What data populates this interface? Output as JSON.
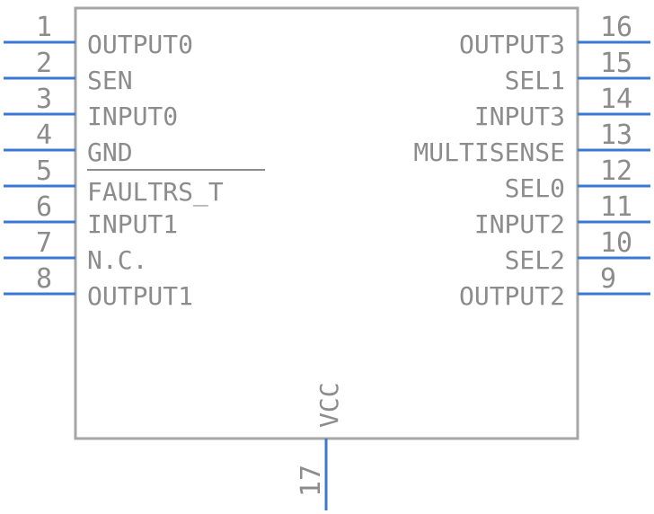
{
  "component": {
    "left_pins": [
      {
        "number": "1",
        "label": "OUTPUT0"
      },
      {
        "number": "2",
        "label": "SEN"
      },
      {
        "number": "3",
        "label": "INPUT0"
      },
      {
        "number": "4",
        "label": "GND"
      },
      {
        "number": "5",
        "label": "FAULTRS_T"
      },
      {
        "number": "6",
        "label": "INPUT1"
      },
      {
        "number": "7",
        "label": "N.C."
      },
      {
        "number": "8",
        "label": "OUTPUT1"
      }
    ],
    "right_pins": [
      {
        "number": "16",
        "label": "OUTPUT3"
      },
      {
        "number": "15",
        "label": "SEL1"
      },
      {
        "number": "14",
        "label": "INPUT3"
      },
      {
        "number": "13",
        "label": "MULTISENSE"
      },
      {
        "number": "12",
        "label": "SEL0"
      },
      {
        "number": "11",
        "label": "INPUT2"
      },
      {
        "number": "10",
        "label": "SEL2"
      },
      {
        "number": "9",
        "label": "OUTPUT2"
      }
    ],
    "bottom_pin": {
      "number": "17",
      "label": "VCC"
    },
    "colors": {
      "body": "#a6a6a6",
      "pin": "#3a78d6",
      "text": "#8c8c8c"
    }
  }
}
